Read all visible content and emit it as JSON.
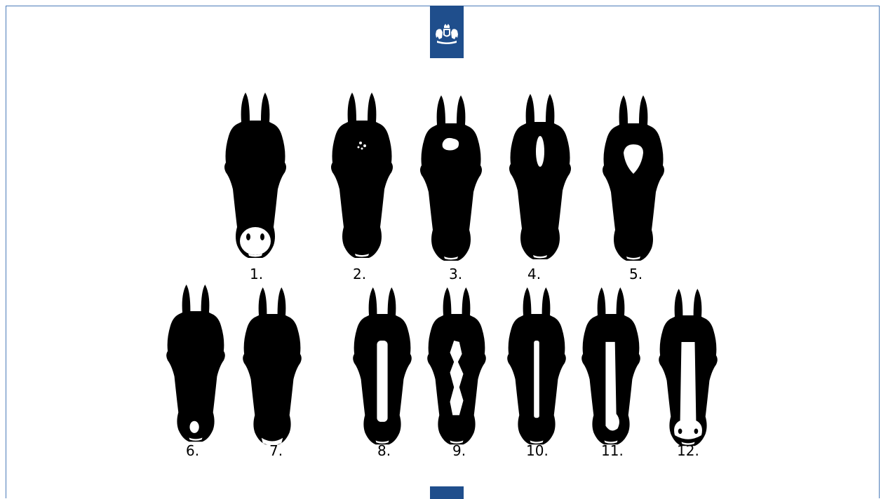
{
  "colors": {
    "frame": "#4a7ab8",
    "logo_tab": "#1f4e8c",
    "head": "#000000",
    "marking": "#ffffff"
  },
  "logo": {
    "icon": "royal-coat-of-arms-icon"
  },
  "heads": [
    {
      "label": "1.",
      "marking": "white-muzzle"
    },
    {
      "label": "2.",
      "marking": "few-white-hairs"
    },
    {
      "label": "3.",
      "marking": "star"
    },
    {
      "label": "4.",
      "marking": "narrow-star"
    },
    {
      "label": "5.",
      "marking": "large-star"
    },
    {
      "label": "6.",
      "marking": "snip"
    },
    {
      "label": "7.",
      "marking": "white-lip"
    },
    {
      "label": "8.",
      "marking": "stripe"
    },
    {
      "label": "9.",
      "marking": "irregular-blaze"
    },
    {
      "label": "10.",
      "marking": "narrow-stripe"
    },
    {
      "label": "11.",
      "marking": "stripe-and-snip"
    },
    {
      "label": "12.",
      "marking": "blaze-to-muzzle"
    }
  ]
}
